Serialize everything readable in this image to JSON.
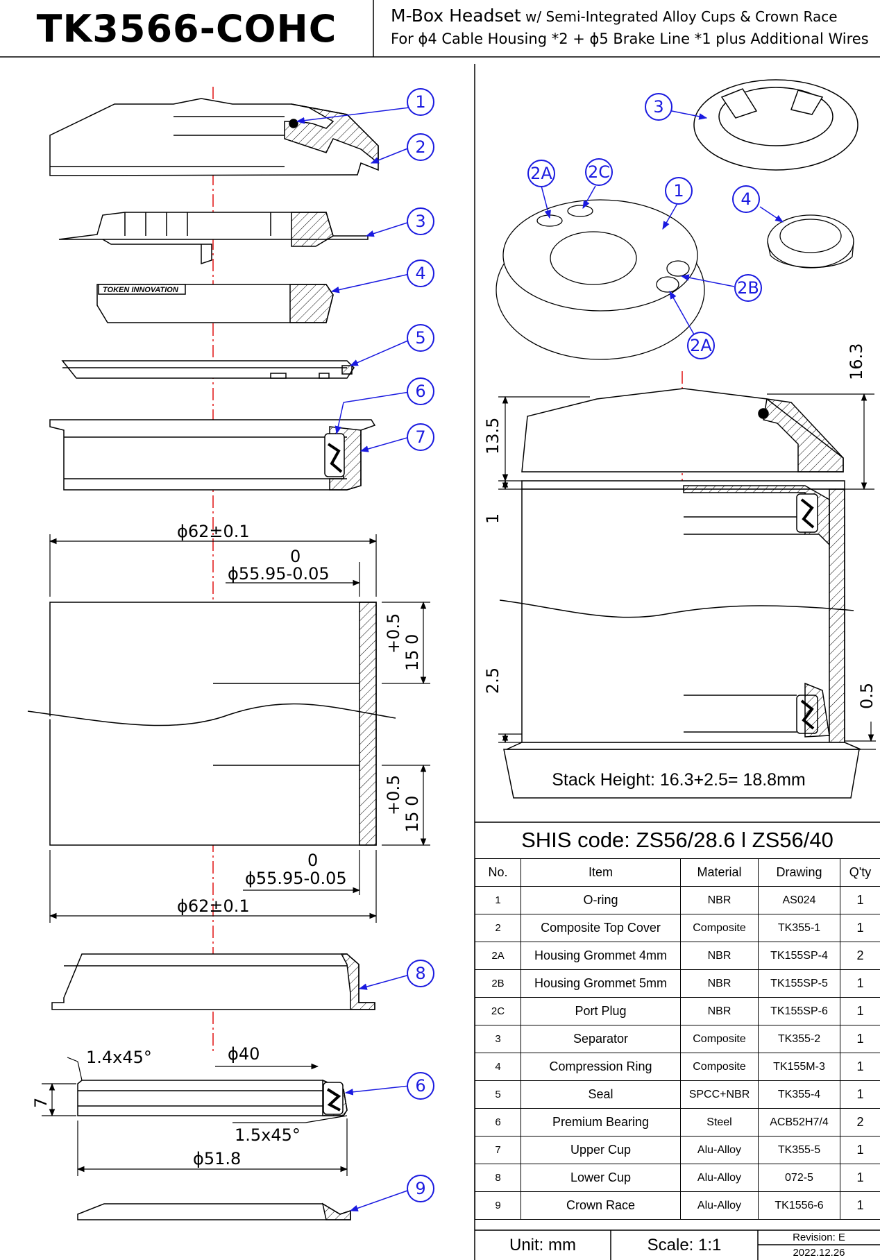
{
  "header": {
    "part_code": "TK3566-COHC",
    "title_main": "M-Box Headset",
    "title_suffix": " w/ Semi-Integrated Alloy Cups & Crown Race",
    "subtitle": "For ϕ4 Cable Housing *2 + ϕ5 Brake Line *1 plus Additional Wires"
  },
  "callouts_left": [
    "1",
    "2",
    "3",
    "4",
    "5",
    "6",
    "7",
    "8",
    "6",
    "9"
  ],
  "callouts_right": [
    "3",
    "2A",
    "2C",
    "1",
    "4",
    "2B",
    "2A"
  ],
  "dims": {
    "d62_top": "ϕ62±0.1",
    "tol_zero_top": "0",
    "d5595_top": "ϕ55.95-0.05",
    "depth_top_tol": "+0.5",
    "depth_top_val": "15 0",
    "depth_bot_tol": "+0.5",
    "depth_bot_val": "15 0",
    "tol_zero_bot": "0",
    "d5595_bot": "ϕ55.95-0.05",
    "d62_bot": "ϕ62±0.1",
    "chamfer_top": "1.4x45°",
    "d40": "ϕ40",
    "height_7": "7",
    "chamfer_bot": "1.5x45°",
    "d518": "ϕ51.8",
    "h135": "13.5",
    "h1": "1",
    "h163": "16.3",
    "h25": "2.5",
    "h05": "0.5"
  },
  "logo_text": "TOKEN INNOVATION",
  "stack_height": "Stack Height: 16.3+2.5= 18.8mm",
  "shis_code": "SHIS code: ZS56/28.6 l ZS56/40",
  "bom": {
    "headers": [
      "No.",
      "Item",
      "Material",
      "Drawing",
      "Q'ty"
    ],
    "rows": [
      [
        "1",
        "O-ring",
        "NBR",
        "AS024",
        "1"
      ],
      [
        "2",
        "Composite Top Cover",
        "Composite",
        "TK355-1",
        "1"
      ],
      [
        "2A",
        "Housing Grommet 4mm",
        "NBR",
        "TK155SP-4",
        "2"
      ],
      [
        "2B",
        "Housing Grommet 5mm",
        "NBR",
        "TK155SP-5",
        "1"
      ],
      [
        "2C",
        "Port Plug",
        "NBR",
        "TK155SP-6",
        "1"
      ],
      [
        "3",
        "Separator",
        "Composite",
        "TK355-2",
        "1"
      ],
      [
        "4",
        "Compression Ring",
        "Composite",
        "TK155M-3",
        "1"
      ],
      [
        "5",
        "Seal",
        "SPCC+NBR",
        "TK355-4",
        "1"
      ],
      [
        "6",
        "Premium Bearing",
        "Steel",
        "ACB52H7/4",
        "2"
      ],
      [
        "7",
        "Upper Cup",
        "Alu-Alloy",
        "TK355-5",
        "1"
      ],
      [
        "8",
        "Lower Cup",
        "Alu-Alloy",
        "072-5",
        "1"
      ],
      [
        "9",
        "Crown Race",
        "Alu-Alloy",
        "TK1556-6",
        "1"
      ]
    ]
  },
  "footer": {
    "unit": "Unit: mm",
    "scale": "Scale: 1:1",
    "revision": "Revision: E",
    "date": "2022.12.26"
  }
}
